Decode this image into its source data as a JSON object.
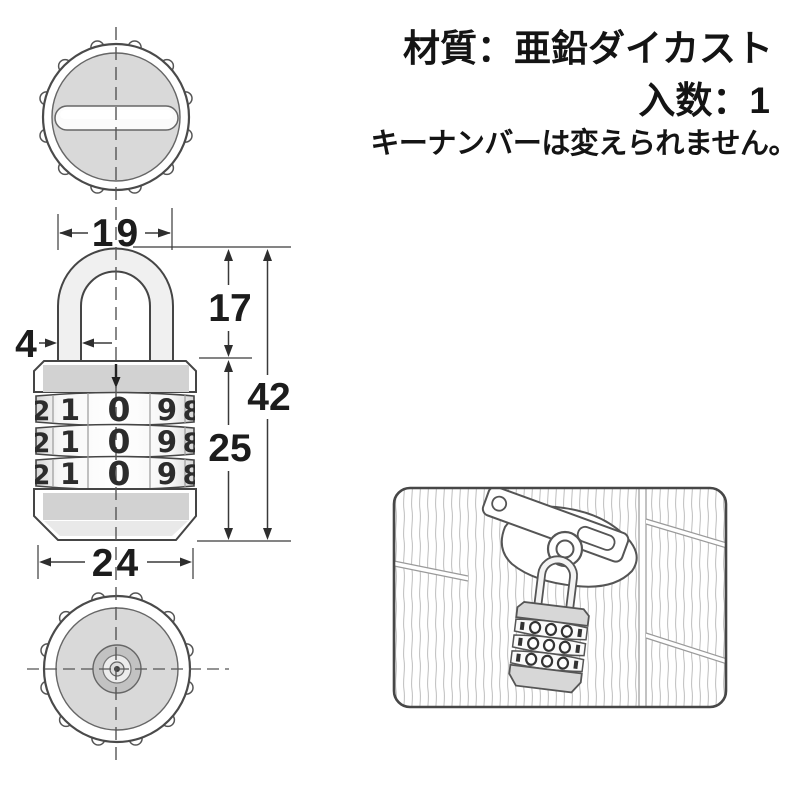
{
  "product_info": {
    "material_line": "材質：亜鉛ダイカスト",
    "quantity_line": "入数：1",
    "note_line": "キーナンバーは変えられません。"
  },
  "dimensions": {
    "shackle_width_mm": "19",
    "shackle_height_mm": "17",
    "shackle_diameter_mm": "4",
    "total_height_mm": "42",
    "body_height_mm": "25",
    "body_width_mm": "24"
  },
  "front_view": {
    "dial_rows": [
      {
        "digits": [
          "2",
          "1",
          "0",
          "9",
          "8"
        ]
      },
      {
        "digits": [
          "2",
          "1",
          "0",
          "9",
          "8"
        ]
      },
      {
        "digits": [
          "2",
          "1",
          "0",
          "9",
          "8"
        ]
      }
    ]
  },
  "colors": {
    "line_art": "#454545",
    "cap_gray": "#d2d2d2",
    "dial_face": "#ffffff",
    "digit_color": "#2c2c2c",
    "wood_grain": "#bdbdbd",
    "background": "#ffffff"
  }
}
